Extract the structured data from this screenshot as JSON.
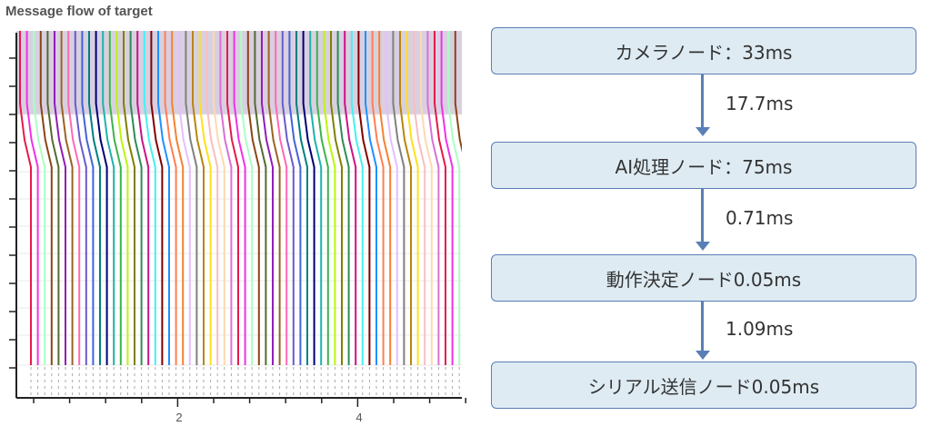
{
  "chart": {
    "title": "Message flow of target",
    "x_ticks": [
      {
        "label": "2",
        "x": 197
      },
      {
        "label": "4",
        "x": 395
      }
    ]
  },
  "chart_data": {
    "type": "line",
    "title": "Message flow of target",
    "xlabel": "",
    "ylabel": "",
    "x_tick_labels": [
      "2",
      "4"
    ],
    "xlim": [
      0,
      5.5
    ],
    "description": "Many parallel colored message lines flowing vertically down through node stages, slightly shifted right at each stage boundary",
    "grid": true,
    "legend": "none"
  },
  "flow": {
    "nodes": [
      {
        "label": "カメラノード：33ms"
      },
      {
        "label": "AI処理ノード：75ms"
      },
      {
        "label": "動作決定ノード0.05ms"
      },
      {
        "label": "シリアル送信ノード0.05ms"
      }
    ],
    "edges": [
      {
        "label": "17.7ms"
      },
      {
        "label": "0.71ms"
      },
      {
        "label": "1.09ms"
      }
    ],
    "colors": {
      "border": "#5a7fb5",
      "fill": "#deebf3",
      "arrow": "#5a7fb5"
    }
  }
}
